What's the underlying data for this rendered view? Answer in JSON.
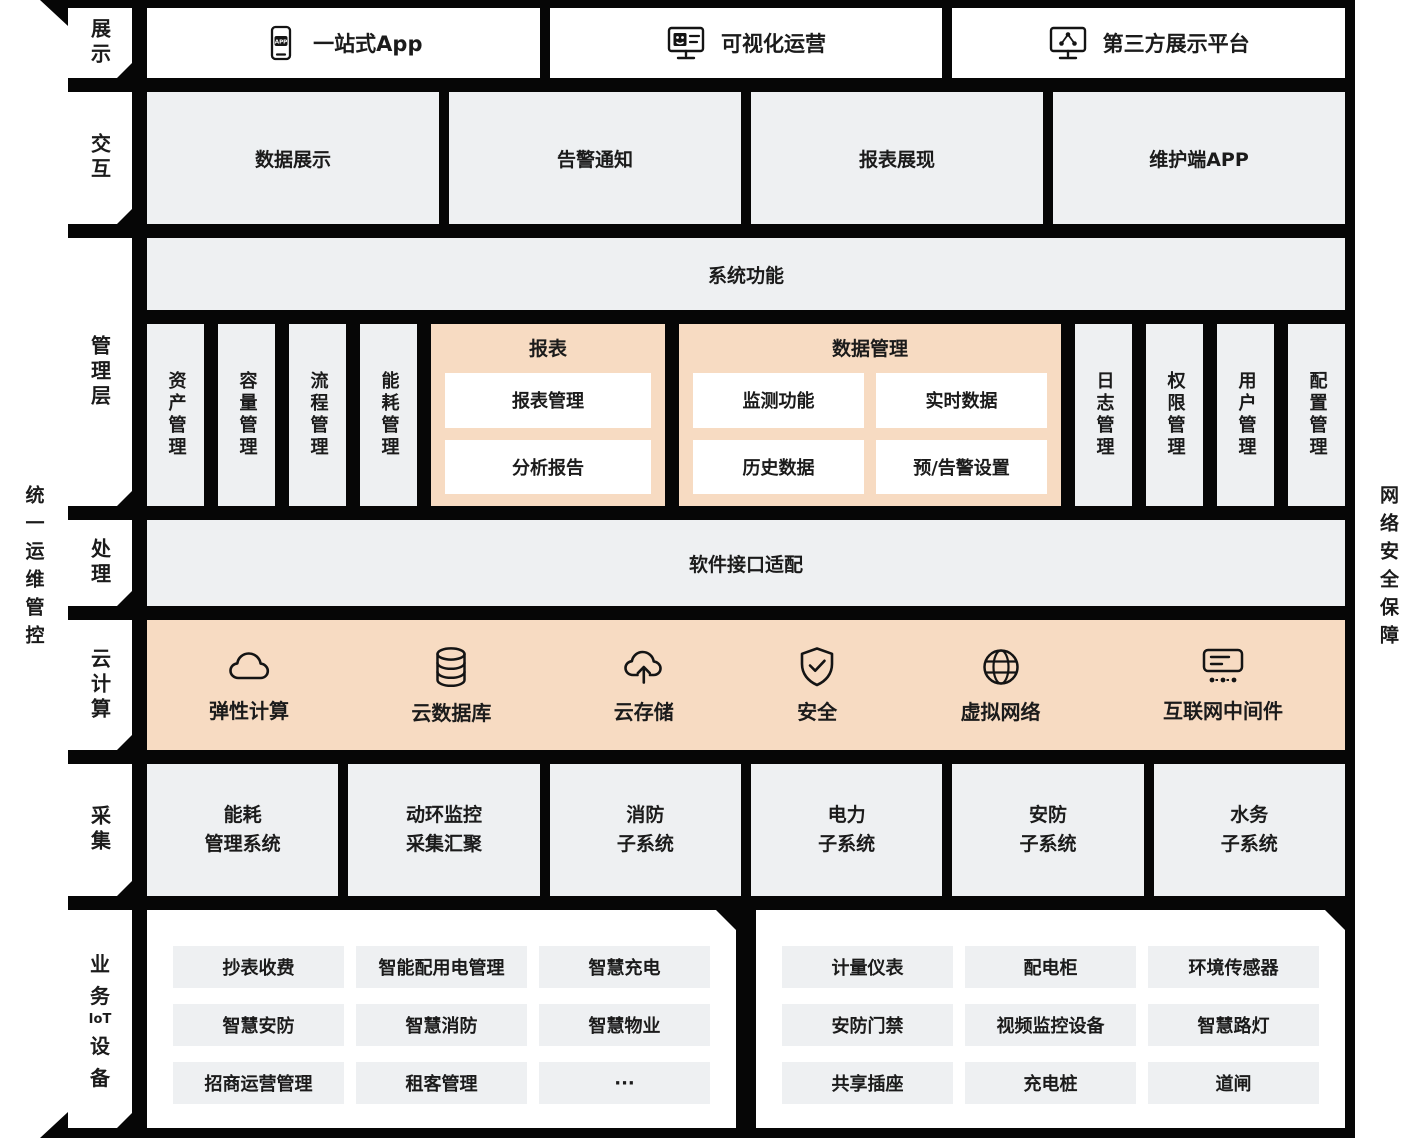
{
  "sides": {
    "left": "统一运维管控",
    "right": "网络安全保障"
  },
  "display_row": {
    "label": "展示",
    "items": [
      {
        "icon": "app-icon",
        "label": "一站式App"
      },
      {
        "icon": "visual-monitor-icon",
        "label": "可视化运营"
      },
      {
        "icon": "third-party-platform-icon",
        "label": "第三方展示平台"
      }
    ]
  },
  "interaction_row": {
    "label": "交互",
    "items": [
      "数据展示",
      "告警通知",
      "报表展现",
      "维护端APP"
    ]
  },
  "management_row": {
    "label": "管理层",
    "header": "系统功能",
    "left_columns": [
      "资产管理",
      "容量管理",
      "流程管理",
      "能耗管理"
    ],
    "report_group": {
      "title": "报表",
      "items": [
        "报表管理",
        "分析报告"
      ]
    },
    "data_group": {
      "title": "数据管理",
      "items": [
        "监测功能",
        "实时数据",
        "历史数据",
        "预/告警设置"
      ]
    },
    "right_columns": [
      "日志管理",
      "权限管理",
      "用户管理",
      "配置管理"
    ]
  },
  "processing_row": {
    "label": "处理",
    "item": "软件接口适配"
  },
  "cloud_row": {
    "label": "云计算",
    "items": [
      {
        "icon": "cloud-icon",
        "label": "弹性计算"
      },
      {
        "icon": "database-icon",
        "label": "云数据库"
      },
      {
        "icon": "cloud-storage-icon",
        "label": "云存储"
      },
      {
        "icon": "shield-icon",
        "label": "安全"
      },
      {
        "icon": "globe-icon",
        "label": "虚拟网络"
      },
      {
        "icon": "middleware-icon",
        "label": "互联网中间件"
      }
    ]
  },
  "collection_row": {
    "label": "采集",
    "items": [
      {
        "line1": "能耗",
        "line2": "管理系统"
      },
      {
        "line1": "动环监控",
        "line2": "采集汇聚"
      },
      {
        "line1": "消防",
        "line2": "子系统"
      },
      {
        "line1": "电力",
        "line2": "子系统"
      },
      {
        "line1": "安防",
        "line2": "子系统"
      },
      {
        "line1": "水务",
        "line2": "子系统"
      }
    ]
  },
  "devices_row": {
    "label_parts": [
      "业",
      "务",
      "IoT",
      "设",
      "备"
    ],
    "left_panel": [
      "抄表收费",
      "智能配用电管理",
      "智慧充电",
      "智慧安防",
      "智慧消防",
      "智慧物业",
      "招商运营管理",
      "租客管理",
      "···"
    ],
    "right_panel": [
      "计量仪表",
      "配电柜",
      "环境传感器",
      "安防门禁",
      "视频监控设备",
      "智慧路灯",
      "共享插座",
      "充电桩",
      "道闸"
    ]
  },
  "colors": {
    "accent": "#f7dbc2",
    "panel_gray": "#eef0f2",
    "frame_black": "#060606"
  }
}
